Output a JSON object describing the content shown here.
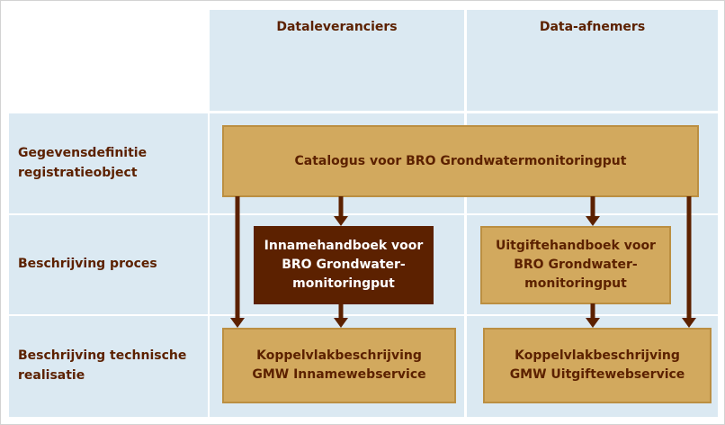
{
  "diagram": {
    "columns": [
      {
        "label": "Dataleveranciers"
      },
      {
        "label": "Data-afnemers"
      }
    ],
    "rows": [
      {
        "label": "Gegevensdefinitie\nregistratieobject"
      },
      {
        "label": "Beschrijving proces"
      },
      {
        "label": "Beschrijving technische\nrealisatie"
      }
    ],
    "boxes": {
      "catalogus": {
        "label": "Catalogus voor BRO Grondwatermonitoringput"
      },
      "innamehandboek": {
        "label": "Innamehandboek voor\nBRO Grondwater-\nmonitoringput"
      },
      "uitgiftehandboek": {
        "label": "Uitgiftehandboek voor\nBRO Grondwater-\nmonitoringput"
      },
      "koppelvlak_inname": {
        "label": "Koppelvlakbeschrijving\nGMW Innamewebservice"
      },
      "koppelvlak_uitgifte": {
        "label": "Koppelvlakbeschrijving\nGMW Uitgiftewebservice"
      }
    },
    "colors": {
      "cell_background": "#dbe9f2",
      "box_tan_fill": "#d2a95e",
      "box_tan_border": "#bb8f42",
      "box_dark_fill": "#5c2100",
      "text_dark": "#5c2100",
      "text_light": "#ffffff",
      "arrow": "#5c2100"
    }
  }
}
